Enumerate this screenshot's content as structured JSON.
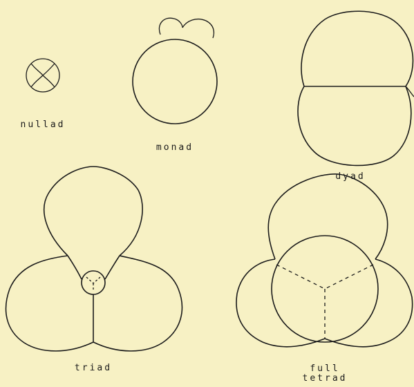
{
  "labels": {
    "nullad": "nullad",
    "monad": "monad",
    "dyad": "dyad",
    "triad": "triad",
    "full_tetrad_line1": "full",
    "full_tetrad_line2": "tetrad"
  }
}
